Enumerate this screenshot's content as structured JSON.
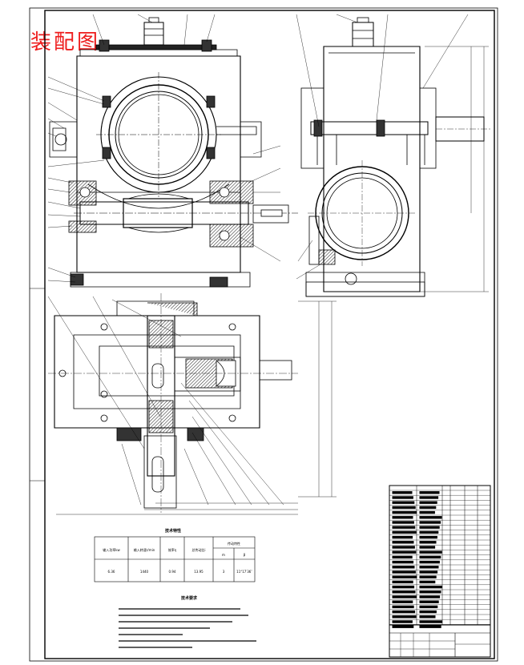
{
  "title": "装配图",
  "colors": {
    "title": "#ee1c1c",
    "line": "#000000",
    "background": "#ffffff"
  },
  "spec_table": {
    "caption": "技术特性",
    "headers": [
      "输入功率kw",
      "输入转速r/min",
      "效率η",
      "总传动比i",
      "传动特性"
    ],
    "subheaders": [
      "m",
      "β"
    ],
    "values": [
      "6.36",
      "1440",
      "0.94",
      "13.95",
      "3",
      "11°17′36″"
    ]
  },
  "tech_req": {
    "caption": "技术要求"
  }
}
